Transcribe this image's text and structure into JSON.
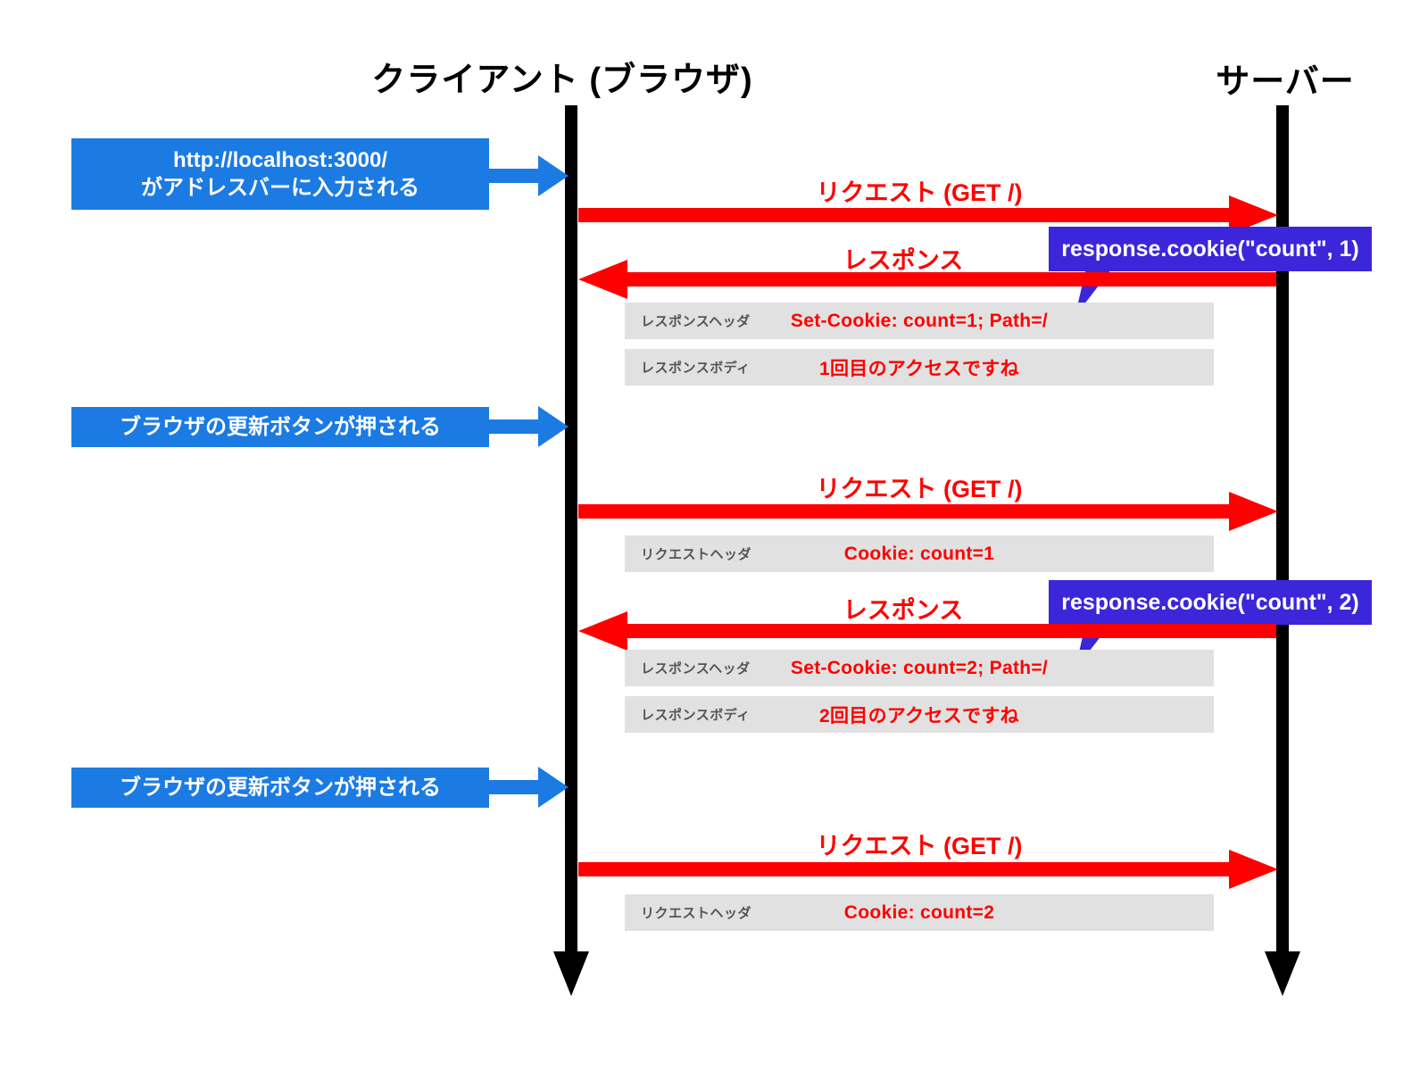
{
  "titles": {
    "client": "クライアント (ブラウザ)",
    "server": "サーバー"
  },
  "events": {
    "e1_line1": "http://localhost:3000/",
    "e1_line2": "がアドレスバーに入力される",
    "e2": "ブラウザの更新ボタンが押される",
    "e3": "ブラウザの更新ボタンが押される"
  },
  "messages": {
    "req1": "リクエスト (GET /)",
    "resp1": "レスポンス",
    "req2": "リクエスト (GET /)",
    "resp2": "レスポンス",
    "req3": "リクエスト (GET /)"
  },
  "callouts": {
    "c1": "response.cookie(\"count\", 1)",
    "c2": "response.cookie(\"count\", 2)"
  },
  "details": {
    "r1_header": {
      "label": "レスポンスヘッダ",
      "value": "Set-Cookie: count=1; Path=/"
    },
    "r1_body": {
      "label": "レスポンスボディ",
      "value": "1回目のアクセスですね"
    },
    "q2_header": {
      "label": "リクエストヘッダ",
      "value": "Cookie: count=1"
    },
    "r2_header": {
      "label": "レスポンスヘッダ",
      "value": "Set-Cookie: count=2; Path=/"
    },
    "r2_body": {
      "label": "レスポンスボディ",
      "value": "2回目のアクセスですね"
    },
    "q3_header": {
      "label": "リクエストヘッダ",
      "value": "Cookie: count=2"
    }
  },
  "colors": {
    "event_blue": "#1b7be3",
    "callout_purple": "#3c26d9",
    "arrow_red": "#ff0000",
    "lifeline_black": "#000000",
    "detail_bg": "#e1e1e1",
    "detail_label_gray": "#555555"
  }
}
